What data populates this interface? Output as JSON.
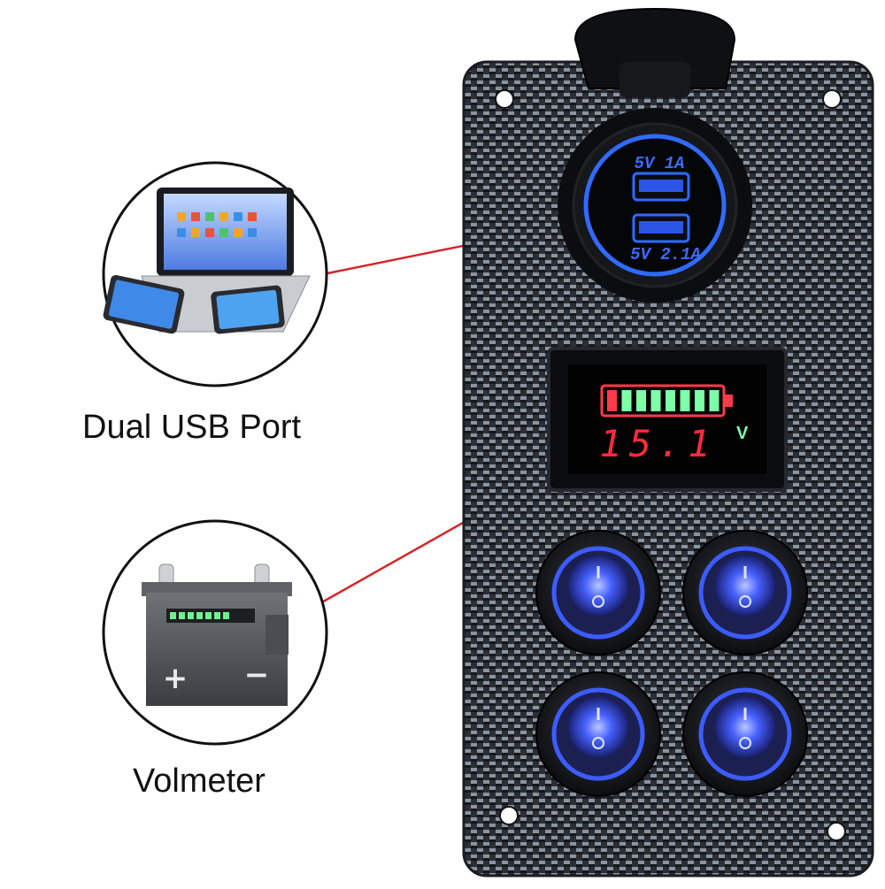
{
  "captions": {
    "usb": "Dual USB Port",
    "voltmeter": "Volmeter"
  },
  "usb_socket": {
    "top_label": "5V 1A",
    "bottom_label": "5V 2.1A"
  },
  "voltmeter_display": {
    "reading": "15.1",
    "unit": "V",
    "battery_bars_red": 1,
    "battery_bars_green": 7
  },
  "battery_icon": {
    "plus": "+",
    "minus": "−",
    "level_segments": 7
  },
  "switches_count": 4,
  "colors": {
    "panel": "#2a2d33",
    "led_blue": "#3c5cff",
    "usb_ring": "#2f6bff",
    "digits_red": "#ff2a3d",
    "bar_green": "#7dffa7",
    "bar_red": "#ff3a4a",
    "callout_line": "#d4262b",
    "caption_text": "#111111"
  },
  "icons": [
    "laptop-phones-icon",
    "car-battery-icon",
    "carbon-fiber-panel",
    "rocker-switch-icon"
  ]
}
